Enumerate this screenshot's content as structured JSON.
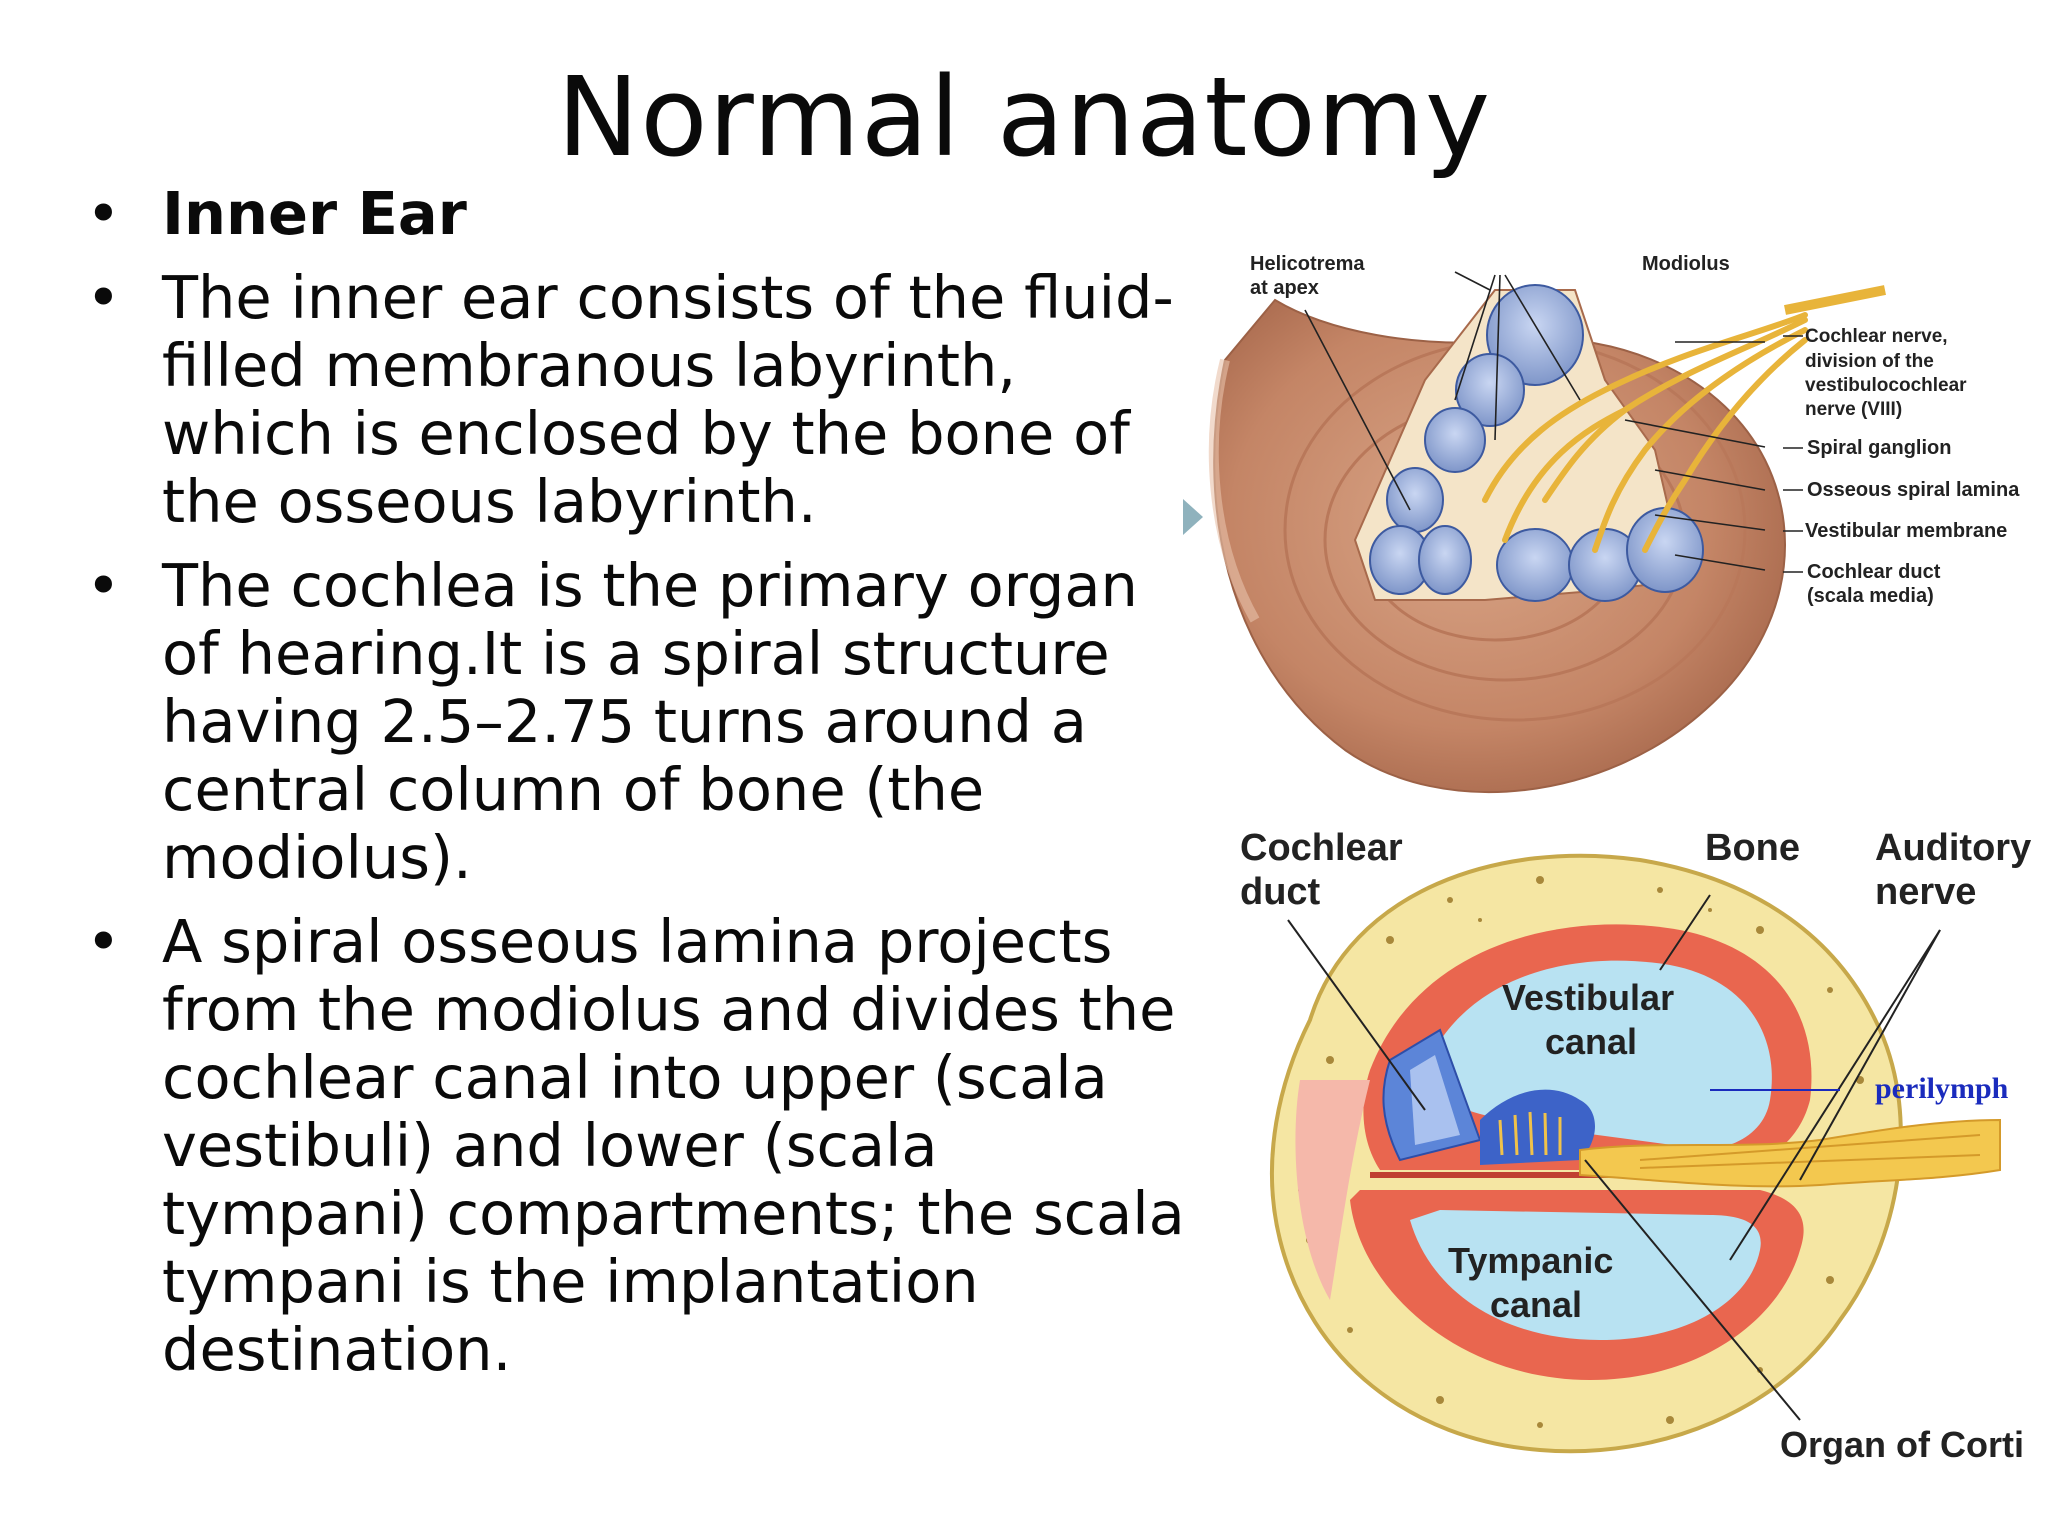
{
  "slide": {
    "title": "Normal anatomy",
    "bullets": [
      {
        "text": "Inner Ear",
        "bold": true
      },
      {
        "text": "The inner ear consists of the fluid-filled membranous labyrinth, which is enclosed by the bone of the osseous labyrinth."
      },
      {
        "text": "The cochlea is the primary organ of hearing.It is a spiral structure having 2.5–2.75 turns around a central column of bone (the modiolus)."
      },
      {
        "text": "A spiral osseous lamina projects from the modiolus and divides the cochlear canal into upper (scala vestibuli) and lower (scala tympani) compartments; the scala tympani is the implantation destination."
      }
    ],
    "bullet_glyph": "•"
  },
  "figure_top": {
    "labels": {
      "helicotrema_1": "Helicotrema",
      "helicotrema_2": "at apex",
      "modiolus": "Modiolus",
      "nerve_1": "Cochlear nerve,",
      "nerve_2": "division of the",
      "nerve_3": "vestibulocochlear",
      "nerve_4": "nerve (VIII)",
      "spiral_ganglion": "Spiral ganglion",
      "osseous_lamina": "Osseous spiral lamina",
      "vestibular_membrane": "Vestibular membrane",
      "duct_1": "Cochlear duct",
      "duct_2": "(scala media)"
    }
  },
  "figure_bottom": {
    "labels": {
      "duct_1": "Cochlear",
      "duct_2": "duct",
      "bone": "Bone",
      "nerve_1": "Auditory",
      "nerve_2": "nerve",
      "vestibular_1": "Vestibular",
      "vestibular_2": "canal",
      "perilymph": "perilymph",
      "tympanic_1": "Tympanic",
      "tympanic_2": "canal",
      "corti": "Organ of Corti"
    }
  },
  "colors": {
    "cochlea_outer": "#c98c6a",
    "cochlea_dark": "#a86a4c",
    "bone_fill": "#f2e39a",
    "bone_dots": "#a8883a",
    "canal_blue": "#b9e3f2",
    "tissue_red": "#e8604f",
    "tissue_pink": "#f6b7a8",
    "nerve_yellow": "#f0c24a",
    "duct_blue": "#6b8fd6",
    "perilymph_text": "#1a2bbd"
  }
}
